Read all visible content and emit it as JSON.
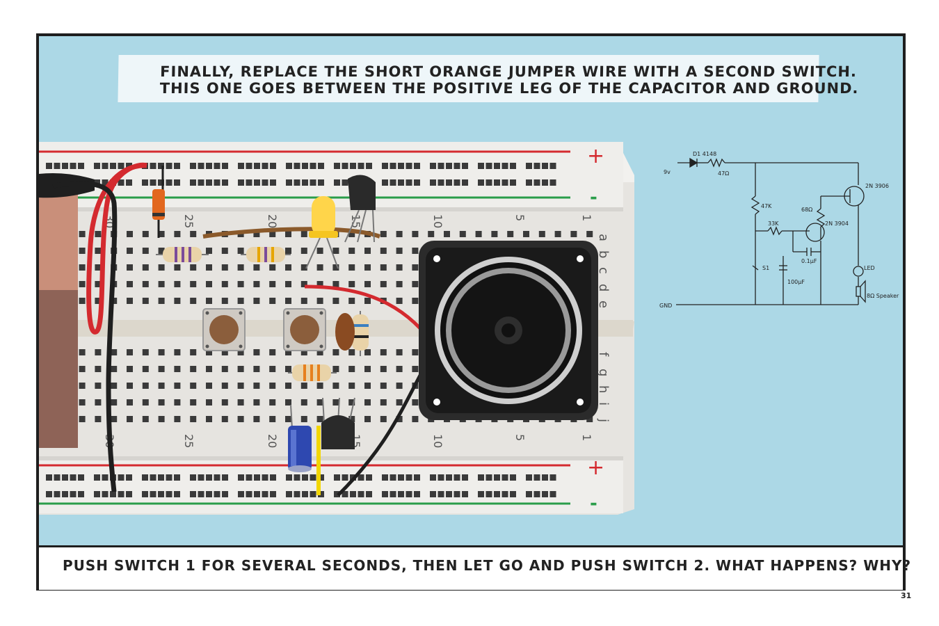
{
  "caption": {
    "line1": "FINALLY, REPLACE THE SHORT ORANGE JUMPER WIRE WITH A SECOND SWITCH.",
    "line2": "THIS ONE GOES BETWEEN THE POSITIVE LEG OF THE CAPACITOR AND GROUND."
  },
  "question": "PUSH SWITCH 1 FOR SEVERAL SECONDS, THEN LET GO AND PUSH SWITCH 2. WHAT HAPPENS? WHY?",
  "page_number": "31",
  "breadboard": {
    "plus": "+",
    "minus": "-",
    "col_numbers_top": [
      "30",
      "25",
      "20",
      "15",
      "10",
      "5",
      "1"
    ],
    "col_numbers_bottom": [
      "30",
      "25",
      "20",
      "15",
      "10",
      "5",
      "1"
    ],
    "row_letters_top": [
      "a",
      "b",
      "c",
      "d",
      "e"
    ],
    "row_letters_bottom": [
      "f",
      "g",
      "h",
      "i",
      "j"
    ]
  },
  "schematic": {
    "v9": "9v",
    "diode": "D1 4148",
    "r47": "47Ω",
    "q2": "2N 3906",
    "r47k": "47K",
    "r68": "68Ω",
    "r33k": "33K",
    "q1": "2N 3904",
    "cap01": "0.1μF",
    "s1": "S1",
    "cap100": "100μF",
    "led": "LED",
    "speaker": "8Ω Speaker",
    "gnd": "GND"
  },
  "colors": {
    "background": "#acd8e6",
    "board": "#eceae6",
    "rail_red": "#d42a2f",
    "rail_green": "#2a9d4a"
  }
}
